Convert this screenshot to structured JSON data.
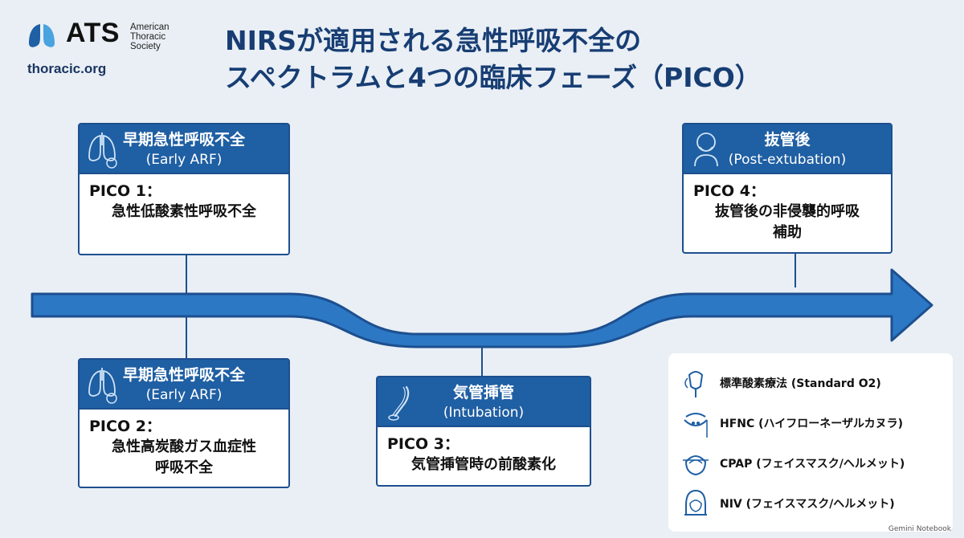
{
  "brand": {
    "abbr": "ATS",
    "name_lines": [
      "American",
      "Thoracic",
      "Society"
    ],
    "url": "thoracic.org"
  },
  "title_lines": [
    "NIRSが適用される急性呼吸不全の",
    "スペクトラムと4つの臨床フェーズ（PICO）"
  ],
  "colors": {
    "primary": "#1f5fa3",
    "dark": "#173d73",
    "arrow": "#2c78c4",
    "background": "#e9eff5"
  },
  "phases": [
    {
      "icon": "lungs-o2-icon",
      "title": "早期急性呼吸不全",
      "subtitle": "(Early ARF)",
      "pico": "PICO 1：",
      "desc_lines": [
        "急性低酸素性呼吸不全"
      ]
    },
    {
      "icon": "lungs-o2-icon",
      "title": "早期急性呼吸不全",
      "subtitle": "(Early ARF)",
      "pico": "PICO 2：",
      "desc_lines": [
        "急性高炭酸ガス血症性",
        "呼吸不全"
      ]
    },
    {
      "icon": "endotracheal-tube-icon",
      "title": "気管挿管",
      "subtitle": "(Intubation)",
      "pico": "PICO 3：",
      "desc_lines": [
        "気管挿管時の前酸素化"
      ]
    },
    {
      "icon": "oxygen-mask-icon",
      "title": "抜管後",
      "subtitle": "(Post-extubation)",
      "pico": "PICO 4：",
      "desc_lines": [
        "抜管後の非侵襲的呼吸",
        "補助"
      ]
    }
  ],
  "legend": [
    {
      "icon": "oxygen-mask-icon",
      "label": "標準酸素療法 (Standard O2)"
    },
    {
      "icon": "nasal-cannula-icon",
      "label": "HFNC (ハイフローネーザルカヌラ)"
    },
    {
      "icon": "face-mask-icon",
      "label": "CPAP (フェイスマスク/ヘルメット)"
    },
    {
      "icon": "helmet-icon",
      "label": "NIV (フェイスマスク/ヘルメット)"
    }
  ],
  "watermark": "Gemini Notebook"
}
